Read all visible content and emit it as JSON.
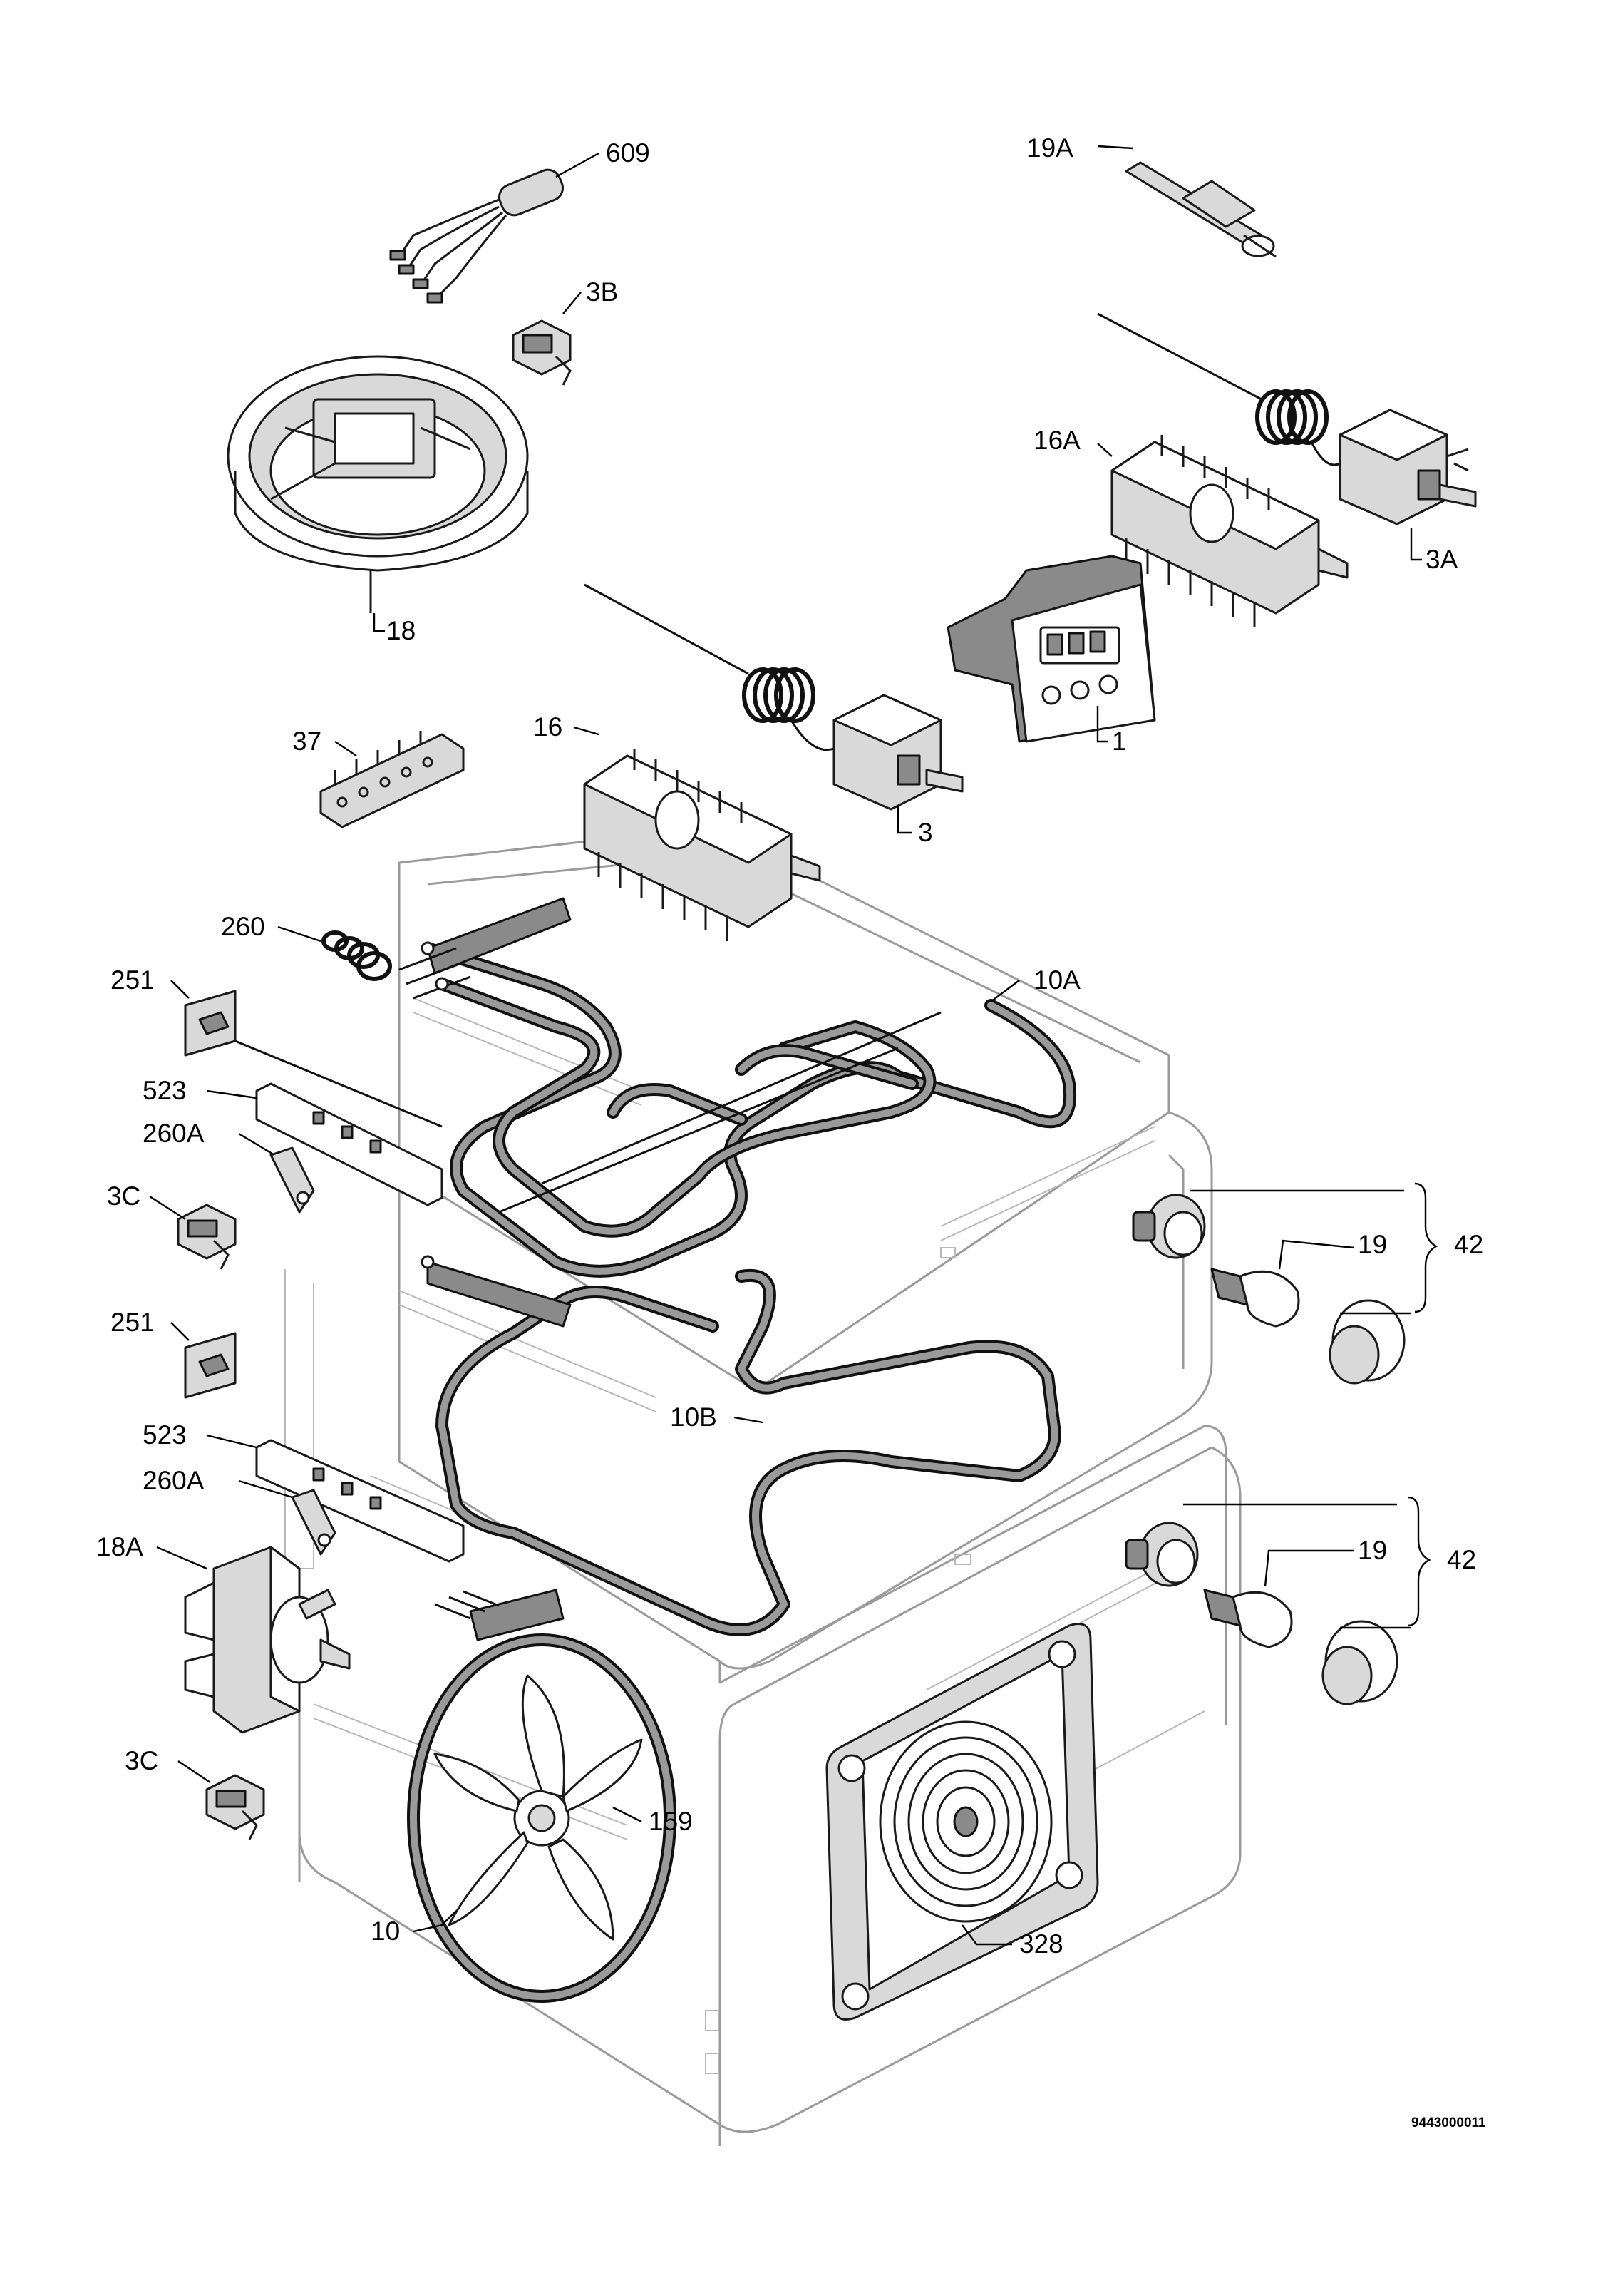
{
  "drawing_code": "9443000011",
  "labels": {
    "609": "609",
    "19A": "19A",
    "3B": "3B",
    "18": "18",
    "16A": "16A",
    "3A": "3A",
    "1": "1",
    "37": "37",
    "16": "16",
    "3": "3",
    "260": "260",
    "251_top": "251",
    "10A": "10A",
    "523_top": "523",
    "260A_top": "260A",
    "3C_top": "3C",
    "42_top": "42",
    "19_top": "19",
    "251_bottom": "251",
    "10B": "10B",
    "523_bottom": "523",
    "260A_bottom": "260A",
    "18A": "18A",
    "42_bottom": "42",
    "19_bottom": "19",
    "3C_bottom": "3C",
    "159": "159",
    "10": "10",
    "328": "328"
  }
}
